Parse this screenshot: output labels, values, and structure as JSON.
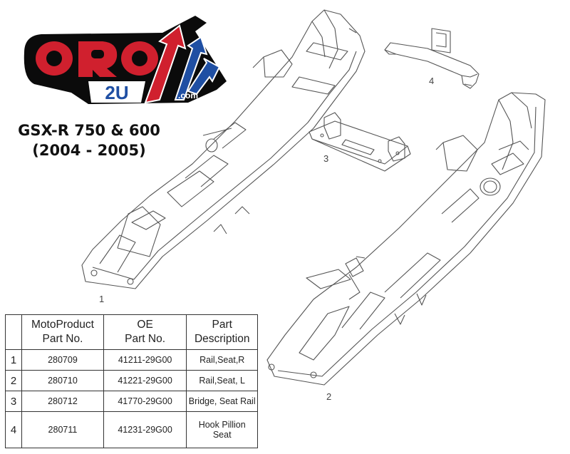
{
  "logo": {
    "wordmark": "ORO",
    "sub": "2U",
    "domain": ".com",
    "colors": {
      "red": "#d0202e",
      "blue": "#1f4fa3",
      "dark": "#0b0b0b"
    }
  },
  "model": {
    "line1": "GSX-R 750 & 600",
    "line2": "(2004 - 2005)"
  },
  "callouts": {
    "p1": "1",
    "p2": "2",
    "p3": "3",
    "p4": "4"
  },
  "table": {
    "headers": [
      {
        "line1": "",
        "line2": ""
      },
      {
        "line1": "MotoProduct",
        "line2": "Part No."
      },
      {
        "line1": "OE",
        "line2": "Part No."
      },
      {
        "line1": "Part",
        "line2": "Description"
      }
    ],
    "rows": [
      {
        "n": "1",
        "moto": "280709",
        "oe": "41211-29G00",
        "desc1": "Rail,Seat,R",
        "desc2": ""
      },
      {
        "n": "2",
        "moto": "280710",
        "oe": "41221-29G00",
        "desc1": "Rail,Seat, L",
        "desc2": ""
      },
      {
        "n": "3",
        "moto": "280712",
        "oe": "41770-29G00",
        "desc1": "Bridge, Seat Rail",
        "desc2": ""
      },
      {
        "n": "4",
        "moto": "280711",
        "oe": "41231-29G00",
        "desc1": "Hook Pillion",
        "desc2": "Seat"
      }
    ]
  }
}
